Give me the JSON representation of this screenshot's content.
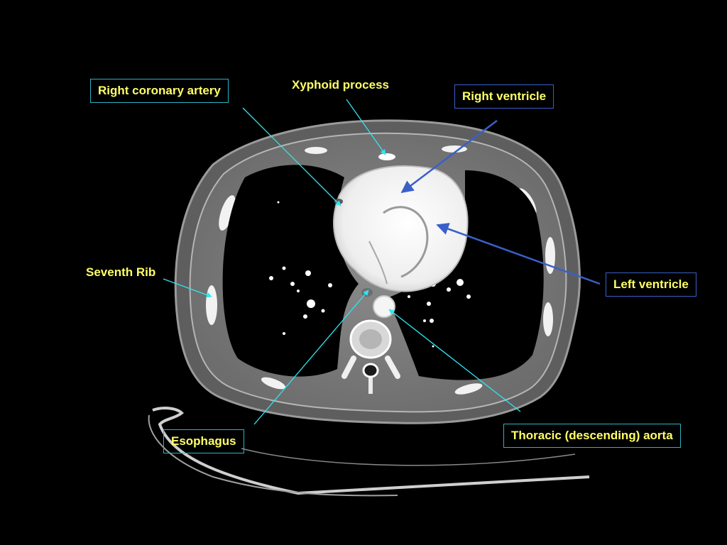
{
  "labels": {
    "right_coronary_artery": "Right coronary artery",
    "xyphoid_process": "Xyphoid process",
    "right_ventricle": "Right ventricle",
    "seventh_rib": "Seventh Rib",
    "left_ventricle": "Left ventricle",
    "esophagus": "Esophagus",
    "thoracic_aorta": "Thoracic (descending) aorta"
  },
  "colors": {
    "background": "#000000",
    "label_text": "#ffff66",
    "cyan_leader": "#2ee6f0",
    "blue_leader": "#3a5fc8"
  }
}
